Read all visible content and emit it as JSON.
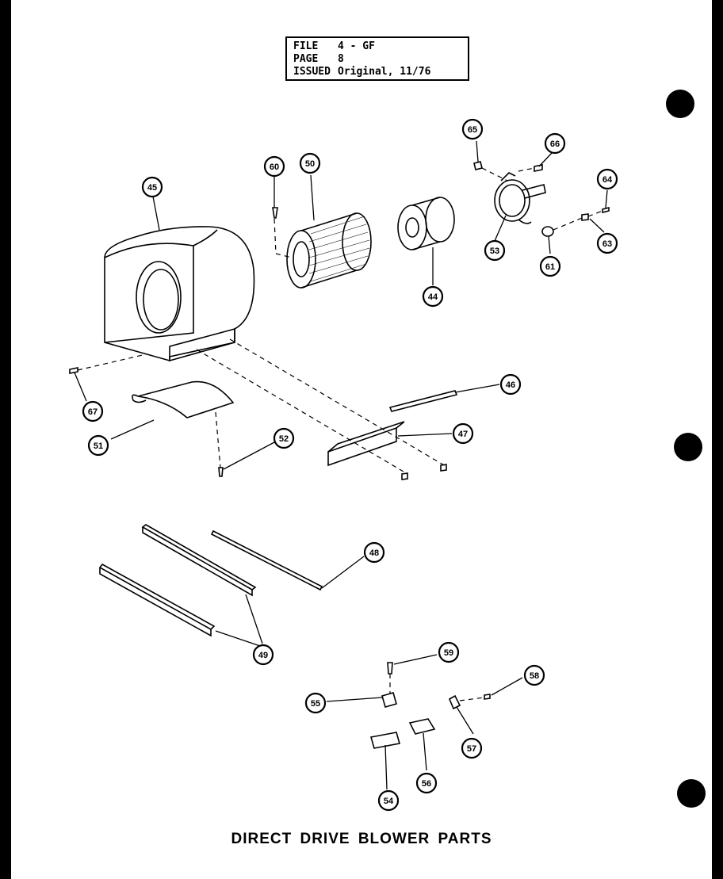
{
  "file_block": {
    "rows": [
      {
        "key": "FILE",
        "value": "4 - GF"
      },
      {
        "key": "PAGE",
        "value": "8"
      },
      {
        "key": "ISSUED",
        "value": "Original, 11/76"
      }
    ]
  },
  "title": "DIRECT DRIVE BLOWER PARTS",
  "callouts": [
    "45",
    "60",
    "50",
    "44",
    "65",
    "66",
    "64",
    "53",
    "61",
    "63",
    "46",
    "67",
    "51",
    "52",
    "47",
    "48",
    "49",
    "59",
    "55",
    "58",
    "57",
    "54",
    "56"
  ]
}
